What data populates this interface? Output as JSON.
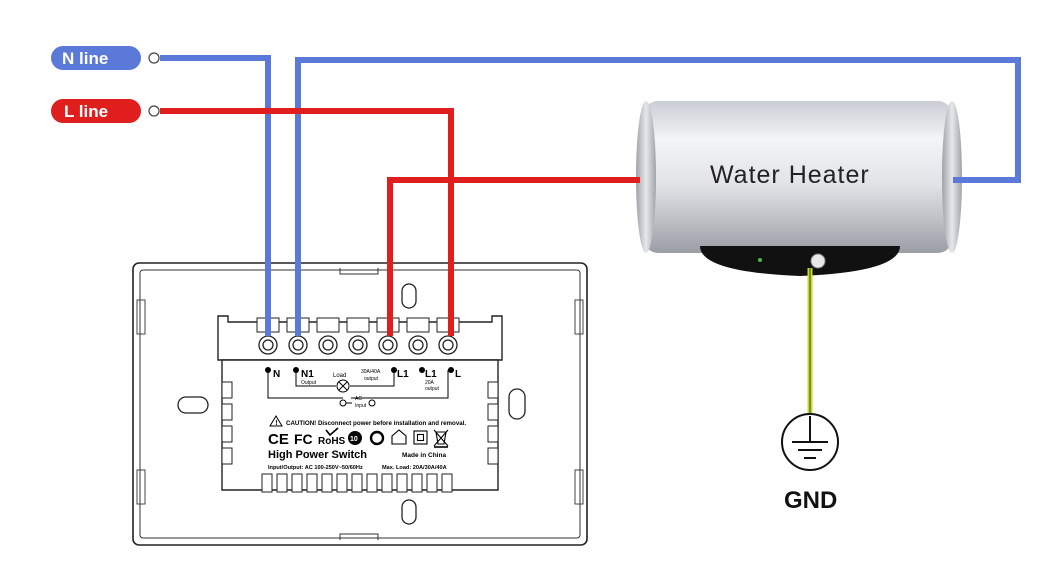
{
  "legend": {
    "n_line": {
      "label": "N line",
      "color": "#5b79d8"
    },
    "l_line": {
      "label": "L line",
      "color": "#e01e1e"
    }
  },
  "heater": {
    "label": "Water Heater"
  },
  "ground": {
    "label": "GND",
    "wire_color": "#c6d92a"
  },
  "switch": {
    "terminals": {
      "n": "N",
      "n1": "N1",
      "n1_sub": "Output",
      "load": "Load",
      "rating": "30A/40A",
      "rating_sub": "output",
      "l1a": "L1",
      "l1b": "L1",
      "l1b_sub1": "20A",
      "l1b_sub2": "output",
      "l": "L",
      "ac": "AC",
      "input": "Input"
    },
    "caution": "CAUTION! Disconnect power before installation and removal.",
    "certs": {
      "ce": "CE",
      "fc": "FC",
      "rohs": "RoHS",
      "rating_badge": "10"
    },
    "title": "High Power Switch",
    "made_in": "Made in China",
    "io": "Input/Output: AC 100-250V~50/60Hz",
    "max_load": "Max. Load: 20A/30A/40A"
  }
}
